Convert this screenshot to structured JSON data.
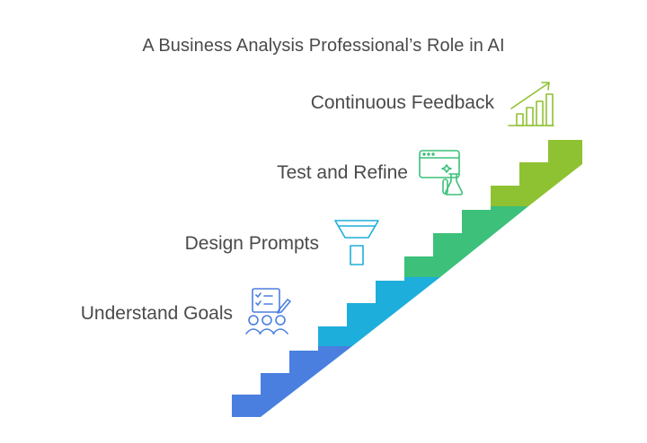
{
  "title": "A Business Analysis Professional’s Role in AI",
  "steps": [
    {
      "label": "Understand Goals",
      "icon": "checklist-team-icon",
      "color": "#4A7FE0"
    },
    {
      "label": "Design Prompts",
      "icon": "funnel-icon",
      "color": "#1EAEDB"
    },
    {
      "label": "Test and Refine",
      "icon": "browser-flask-icon",
      "color": "#3CC07A"
    },
    {
      "label": "Continuous Feedback",
      "icon": "growth-chart-icon",
      "color": "#8FC232"
    }
  ]
}
